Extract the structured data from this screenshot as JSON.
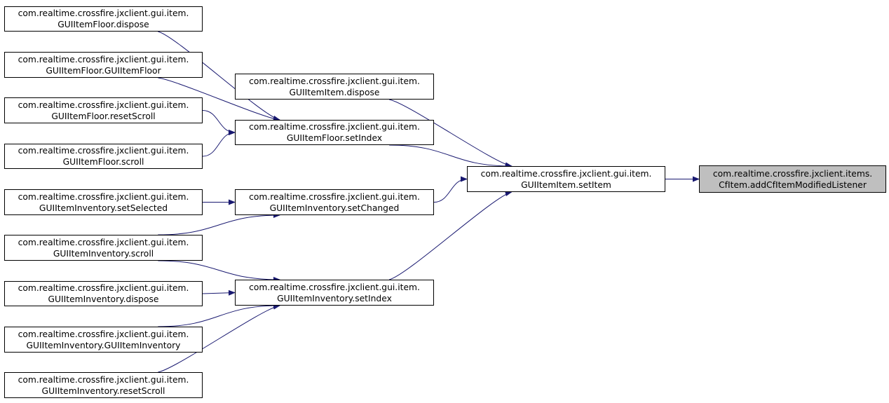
{
  "colors": {
    "edge": "#191970",
    "node_border": "#000000",
    "node_fill": "#ffffff",
    "focus_fill": "#bfbfbf"
  },
  "nodes": {
    "floor_dispose": {
      "line1": "com.realtime.crossfire.jxclient.gui.item.",
      "line2": "GUIItemFloor.dispose"
    },
    "floor_ctor": {
      "line1": "com.realtime.crossfire.jxclient.gui.item.",
      "line2": "GUIItemFloor.GUIItemFloor"
    },
    "floor_resetscroll": {
      "line1": "com.realtime.crossfire.jxclient.gui.item.",
      "line2": "GUIItemFloor.resetScroll"
    },
    "floor_scroll": {
      "line1": "com.realtime.crossfire.jxclient.gui.item.",
      "line2": "GUIItemFloor.scroll"
    },
    "inv_setselected": {
      "line1": "com.realtime.crossfire.jxclient.gui.item.",
      "line2": "GUIItemInventory.setSelected"
    },
    "inv_scroll": {
      "line1": "com.realtime.crossfire.jxclient.gui.item.",
      "line2": "GUIItemInventory.scroll"
    },
    "inv_dispose": {
      "line1": "com.realtime.crossfire.jxclient.gui.item.",
      "line2": "GUIItemInventory.dispose"
    },
    "inv_ctor": {
      "line1": "com.realtime.crossfire.jxclient.gui.item.",
      "line2": "GUIItemInventory.GUIItemInventory"
    },
    "inv_resetscroll": {
      "line1": "com.realtime.crossfire.jxclient.gui.item.",
      "line2": "GUIItemInventory.resetScroll"
    },
    "item_dispose": {
      "line1": "com.realtime.crossfire.jxclient.gui.item.",
      "line2": "GUIItemItem.dispose"
    },
    "floor_setindex": {
      "line1": "com.realtime.crossfire.jxclient.gui.item.",
      "line2": "GUIItemFloor.setIndex"
    },
    "inv_setchanged": {
      "line1": "com.realtime.crossfire.jxclient.gui.item.",
      "line2": "GUIItemInventory.setChanged"
    },
    "inv_setindex": {
      "line1": "com.realtime.crossfire.jxclient.gui.item.",
      "line2": "GUIItemInventory.setIndex"
    },
    "item_setitem": {
      "line1": "com.realtime.crossfire.jxclient.gui.item.",
      "line2": "GUIItemItem.setItem"
    },
    "cfitem_listener": {
      "line1": "com.realtime.crossfire.jxclient.items.",
      "line2": "CfItem.addCfItemModifiedListener"
    }
  },
  "edges": [
    {
      "from": "floor_dispose",
      "to": "floor_setindex"
    },
    {
      "from": "floor_ctor",
      "to": "floor_setindex"
    },
    {
      "from": "floor_resetscroll",
      "to": "floor_setindex"
    },
    {
      "from": "floor_scroll",
      "to": "floor_setindex"
    },
    {
      "from": "inv_setselected",
      "to": "inv_setchanged"
    },
    {
      "from": "inv_scroll",
      "to": "inv_setchanged"
    },
    {
      "from": "inv_scroll",
      "to": "inv_setindex"
    },
    {
      "from": "inv_dispose",
      "to": "inv_setindex"
    },
    {
      "from": "inv_ctor",
      "to": "inv_setindex"
    },
    {
      "from": "inv_resetscroll",
      "to": "inv_setindex"
    },
    {
      "from": "item_dispose",
      "to": "item_setitem"
    },
    {
      "from": "floor_setindex",
      "to": "item_setitem"
    },
    {
      "from": "inv_setchanged",
      "to": "item_setitem"
    },
    {
      "from": "inv_setindex",
      "to": "item_setitem"
    },
    {
      "from": "item_setitem",
      "to": "cfitem_listener"
    }
  ]
}
